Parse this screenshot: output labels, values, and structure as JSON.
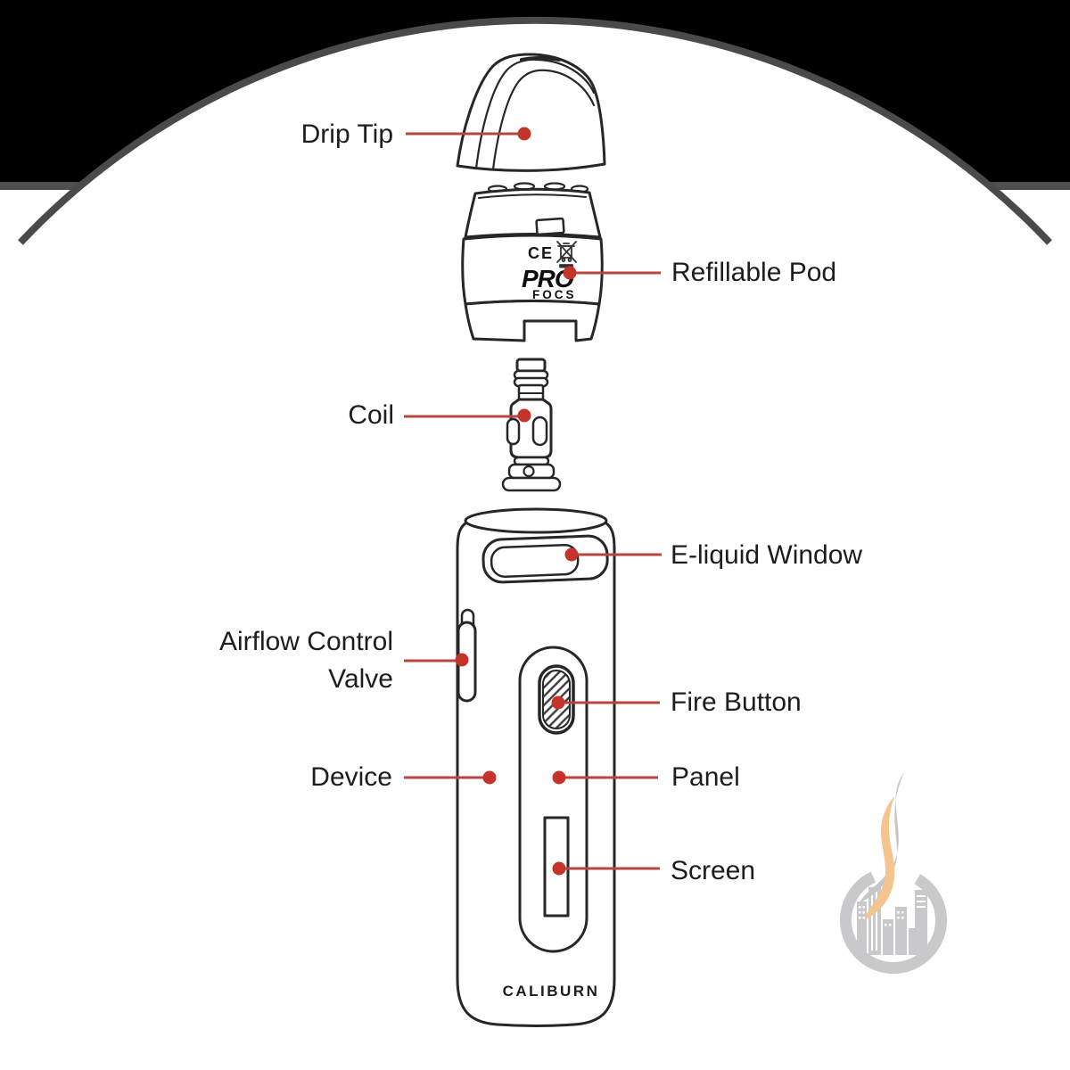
{
  "page": {
    "background": "#ffffff",
    "header_color": "#000000",
    "header_border_color": "#4d4d4d",
    "lineart_color": "#272727",
    "leader_line_color": "#b84640",
    "leader_dot_color": "#c5342b"
  },
  "diagram": {
    "labels": {
      "drip_tip": "Drip Tip",
      "refillable_pod": "Refillable Pod",
      "coil": "Coil",
      "e_liquid_window": "E-liquid Window",
      "airflow_control_valve": "Airflow Control Valve",
      "fire_button": "Fire Button",
      "device": "Device",
      "panel": "Panel",
      "screen": "Screen"
    },
    "pod_markings": {
      "ce_mark": "CE",
      "brand_line1": "PRO",
      "brand_line2": "FOCS",
      "weee_icon": "crossed-out-wheelie-bin"
    },
    "device_brand": "CALIBURN"
  },
  "watermark_logo": {
    "name": "smoke-over-city-badge",
    "ring_color": "#c9c9cb",
    "smoke_color": "#c6c6c8",
    "flame_color": "#f6c48e"
  }
}
